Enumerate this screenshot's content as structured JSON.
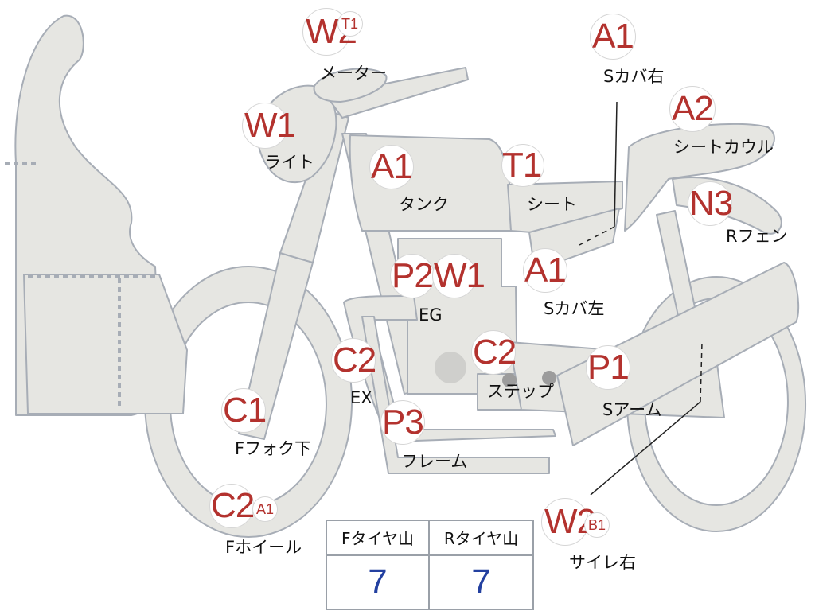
{
  "colors": {
    "body_fill": "#e6e6e2",
    "body_stroke": "#a7adb6",
    "code_text": "#b3322e",
    "tire_value_text": "#2340a0",
    "table_border": "#9aa0a8"
  },
  "callouts": [
    {
      "id": "meter",
      "code": "W2",
      "sub": "T1",
      "label": "メーター"
    },
    {
      "id": "light",
      "code": "W1",
      "sub": "",
      "label": "ライト"
    },
    {
      "id": "tank",
      "code": "A1",
      "sub": "",
      "label": "タンク"
    },
    {
      "id": "seat",
      "code": "T1",
      "sub": "",
      "label": "シート"
    },
    {
      "id": "scover-r",
      "code": "A1",
      "sub": "",
      "label": "Sカバ右"
    },
    {
      "id": "seat-cowl",
      "code": "A2",
      "sub": "",
      "label": "シートカウル"
    },
    {
      "id": "r-fender",
      "code": "N3",
      "sub": "",
      "label": "Rフェン"
    },
    {
      "id": "scover-l",
      "code": "A1",
      "sub": "",
      "label": "Sカバ左"
    },
    {
      "id": "eg-p2",
      "code": "P2",
      "sub": "",
      "label": ""
    },
    {
      "id": "eg-w1",
      "code": "W1",
      "sub": "",
      "label": "EG"
    },
    {
      "id": "ex",
      "code": "C2",
      "sub": "",
      "label": "EX"
    },
    {
      "id": "step",
      "code": "C2",
      "sub": "",
      "label": "ステップ"
    },
    {
      "id": "s-arm",
      "code": "P1",
      "sub": "",
      "label": "Sアーム"
    },
    {
      "id": "f-fork",
      "code": "C1",
      "sub": "",
      "label": "Fフォク下"
    },
    {
      "id": "frame",
      "code": "P3",
      "sub": "",
      "label": "フレーム"
    },
    {
      "id": "f-wheel",
      "code": "C2",
      "sub": "A1",
      "label": "Fホイール"
    },
    {
      "id": "muffler-r",
      "code": "W2",
      "sub": "B1",
      "label": "サイレ右"
    }
  ],
  "tire_table": {
    "headers": [
      "Fタイヤ山",
      "Rタイヤ山"
    ],
    "values": [
      "7",
      "7"
    ]
  }
}
